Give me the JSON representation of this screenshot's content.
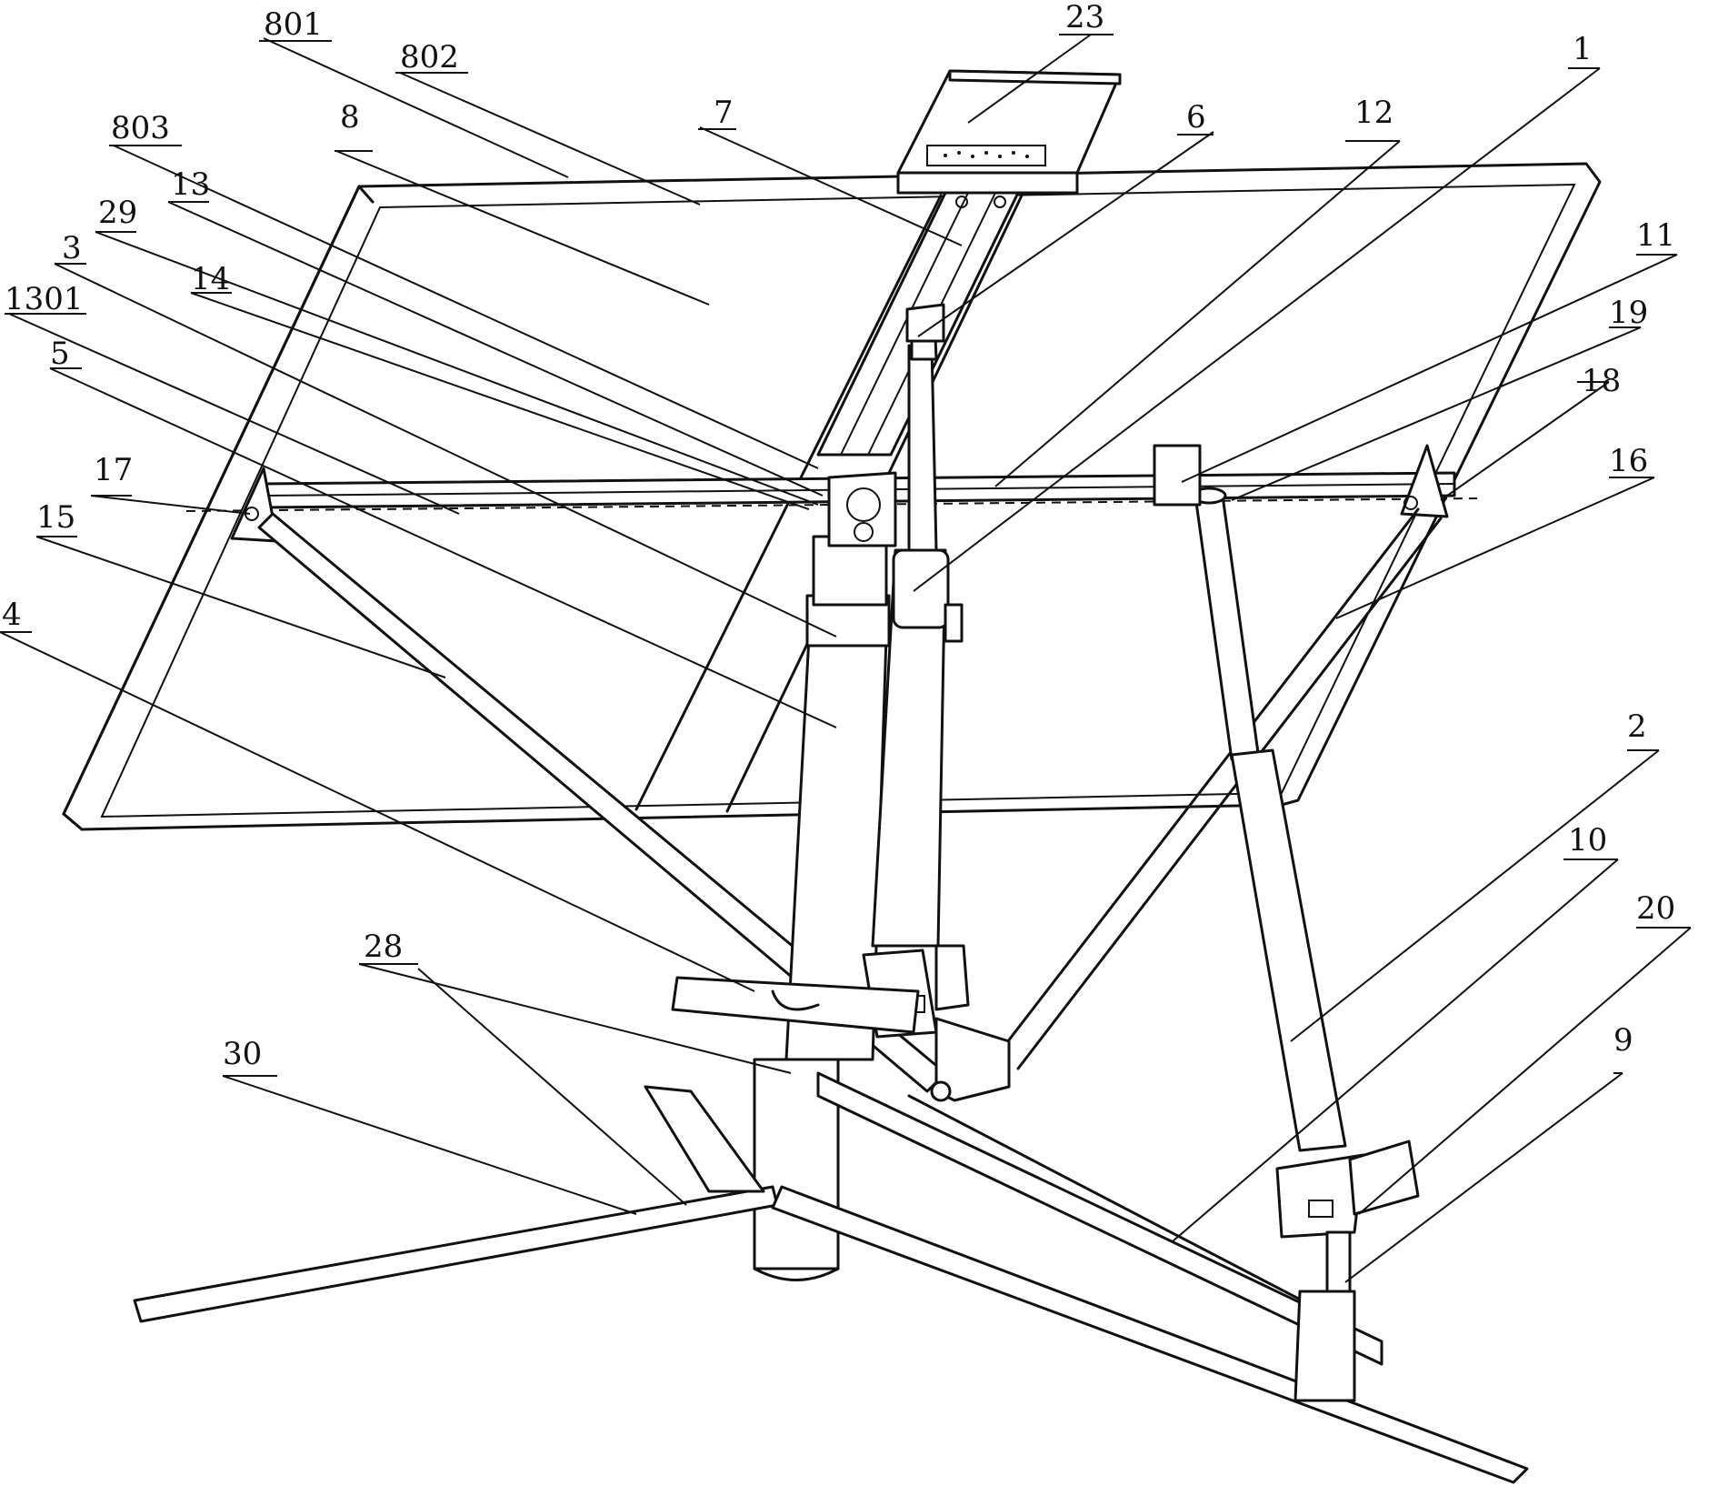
{
  "figure": {
    "callouts": [
      {
        "text": "801"
      },
      {
        "text": "802"
      },
      {
        "text": "23"
      },
      {
        "text": "803"
      },
      {
        "text": "8"
      },
      {
        "text": "7"
      },
      {
        "text": "6"
      },
      {
        "text": "12"
      },
      {
        "text": "1"
      },
      {
        "text": "13"
      },
      {
        "text": "29"
      },
      {
        "text": "3"
      },
      {
        "text": "14"
      },
      {
        "text": "1301"
      },
      {
        "text": "5"
      },
      {
        "text": "11"
      },
      {
        "text": "19"
      },
      {
        "text": "18"
      },
      {
        "text": "16"
      },
      {
        "text": "17"
      },
      {
        "text": "15"
      },
      {
        "text": "4"
      },
      {
        "text": "2"
      },
      {
        "text": "10"
      },
      {
        "text": "28"
      },
      {
        "text": "20"
      },
      {
        "text": "9"
      },
      {
        "text": "30"
      }
    ]
  }
}
